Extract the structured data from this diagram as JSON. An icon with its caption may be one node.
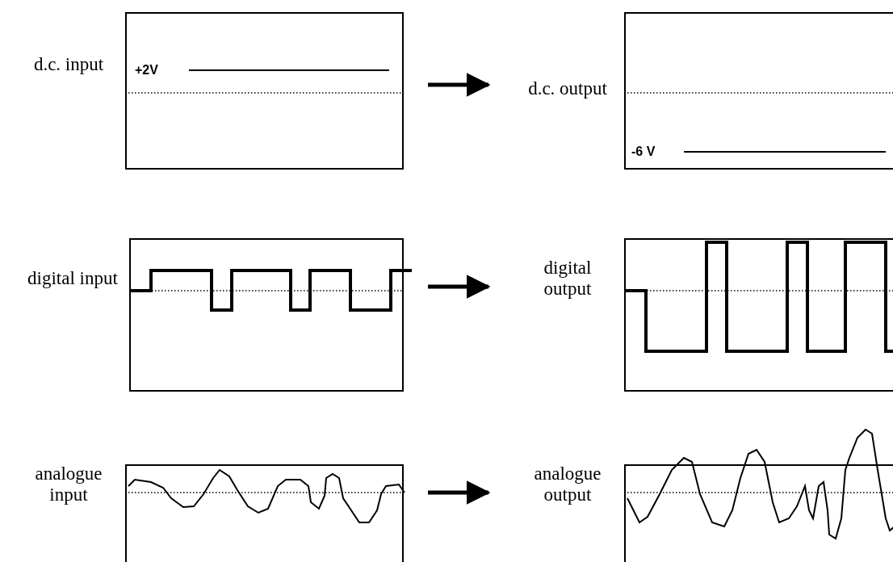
{
  "diagram": {
    "nodes": [
      {
        "text": [
          "d.c. input",
          "+2V"
        ]
      },
      {
        "text": [
          "d.c. output",
          "-6 V"
        ]
      },
      {
        "text": [
          "digital input"
        ]
      },
      {
        "text": [
          "digital output"
        ]
      },
      {
        "text": [
          "analogue input"
        ]
      },
      {
        "text": [
          "analogue output"
        ]
      }
    ],
    "edges": [
      {
        "from": 0,
        "to": 1,
        "arrow": "to"
      },
      {
        "from": 2,
        "to": 3,
        "arrow": "to"
      },
      {
        "from": 4,
        "to": 5,
        "arrow": "to"
      }
    ]
  }
}
